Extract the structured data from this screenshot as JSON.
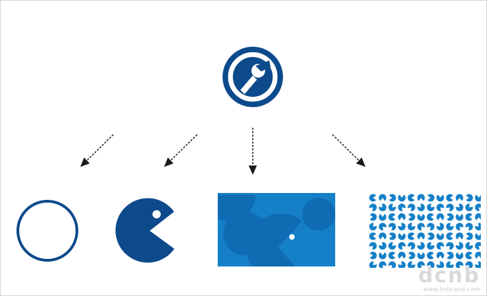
{
  "colors": {
    "primary": "#0d4a8c",
    "panel": "#1580c8",
    "panel_shape": "#0f6cb3",
    "arrow": "#1a1a1a",
    "background": "#ffffff"
  },
  "nodes": [
    {
      "id": "logo",
      "icon": "wrench-circle-icon"
    },
    {
      "id": "circle",
      "icon": "ring-outline-icon"
    },
    {
      "id": "pacman",
      "icon": "pacman-shape-icon"
    },
    {
      "id": "pattern-panel",
      "icon": "pacman-pattern-panel"
    },
    {
      "id": "tile-pattern",
      "icon": "tile-pattern-panel"
    }
  ],
  "edges": [
    {
      "from": "logo",
      "to": "circle",
      "style": "dashed"
    },
    {
      "from": "logo",
      "to": "pacman",
      "style": "dashed"
    },
    {
      "from": "logo",
      "to": "pattern-panel",
      "style": "dashed"
    },
    {
      "from": "logo",
      "to": "tile-pattern",
      "style": "dashed"
    }
  ],
  "watermark": {
    "logo_text": "dcnb",
    "url": "www.hsbrand.com"
  }
}
